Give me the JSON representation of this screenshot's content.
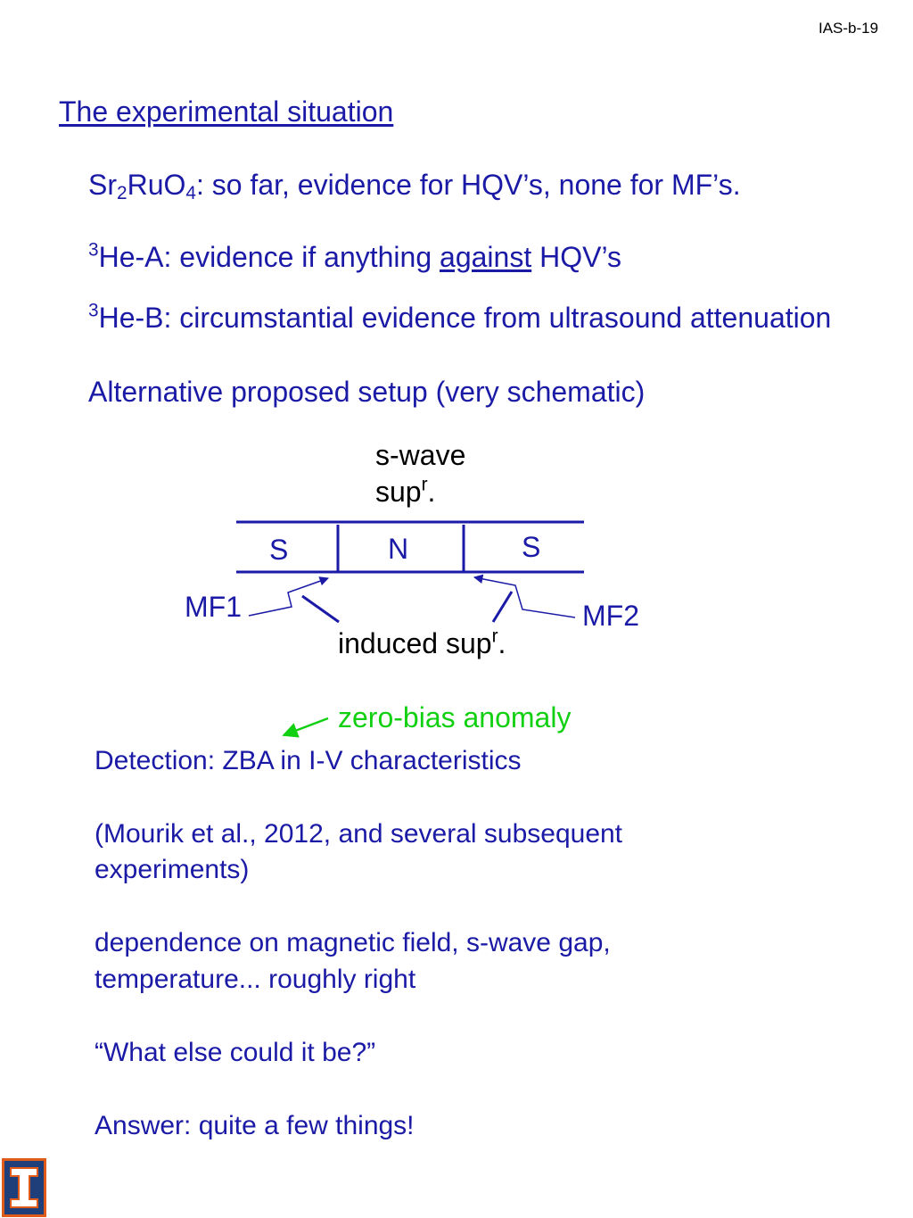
{
  "slide_id": "IAS-b-19",
  "heading": "The experimental situation",
  "line_sr": {
    "p1": "Sr",
    "s1": "2",
    "p2": "RuO",
    "s2": "4",
    "p3": ": so far, evidence for HQV’s, none for MF’s."
  },
  "line_hea": {
    "sup": "3",
    "p1": "He-A:  evidence if anything ",
    "underlined": "against",
    "p2": " HQV’s"
  },
  "line_heb": {
    "sup": "3",
    "text": "He-B: circumstantial evidence from ultrasound attenuation"
  },
  "alt_setup": "Alternative proposed setup (very schematic)",
  "diagram": {
    "swave_line1": "s-wave",
    "swave_line2": "sup",
    "swave_sup": "r",
    "swave_dot": ".",
    "left_s": "S",
    "middle_n": "N",
    "right_s": "S",
    "mf1": "MF1",
    "mf2": "MF2",
    "induced": "induced sup",
    "induced_sup": "r",
    "induced_dot": ".",
    "zba_label": "zero-bias anomaly"
  },
  "detection": "Detection: ZBA in I-V characteristics",
  "mourik_line1": "(Mourik et al., 2012, and several subsequent",
  "mourik_line2": "experiments)",
  "dependence_line1": "dependence on magnetic field, s-wave gap,",
  "dependence_line2": "temperature... roughly right",
  "question": "“What else could it be?”",
  "answer": "Answer: quite a few things!",
  "colors": {
    "text_blue": "#1a1aa6",
    "green": "#11d011",
    "logo_blue": "#1f3f7a",
    "logo_orange": "#e05a1a"
  },
  "logo_icon": "university-block-i-logo"
}
